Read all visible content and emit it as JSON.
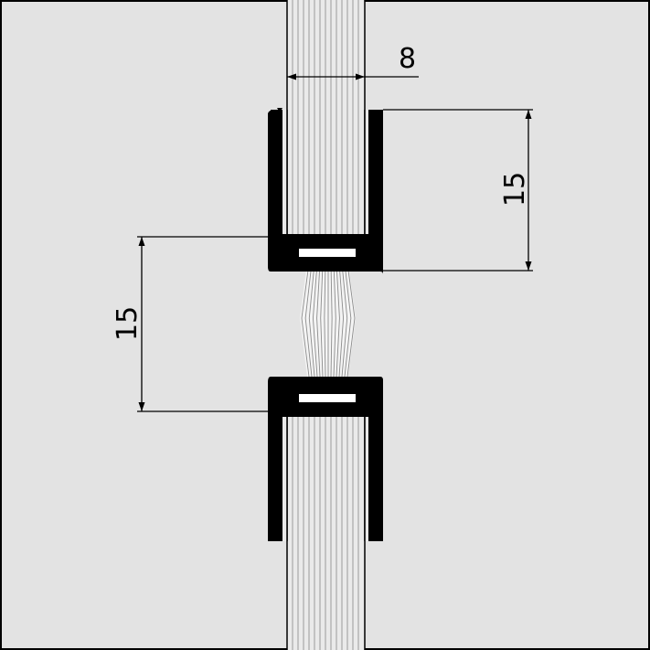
{
  "dimensions": {
    "width_label": "8",
    "upper_height_label": "15",
    "lower_gap_label": "15"
  },
  "colors": {
    "background": "#e3e3e3",
    "glass": "#e9e9e9",
    "profile": "#000000",
    "line": "#000000"
  }
}
